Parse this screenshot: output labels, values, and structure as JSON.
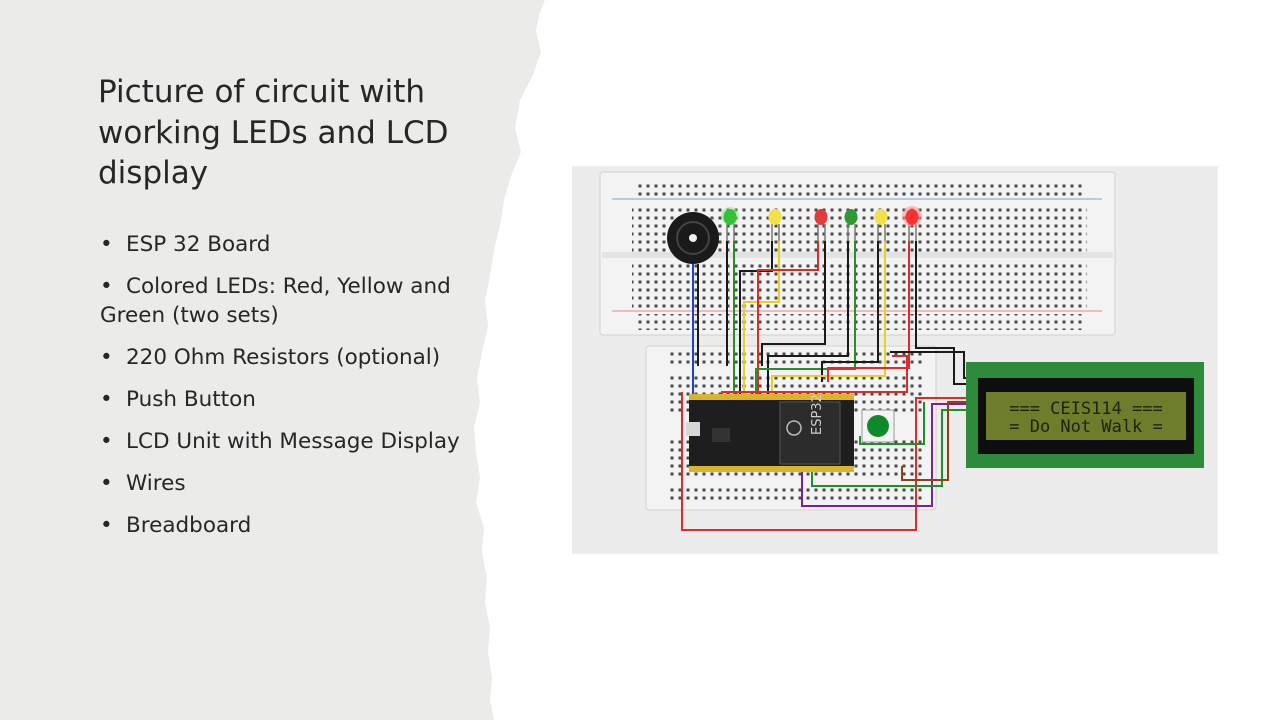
{
  "slide": {
    "title": "Picture of circuit with working LEDs and LCD display",
    "bullets": [
      "ESP 32 Board",
      "Colored LEDs: Red, Yellow and Green (two sets)",
      "220 Ohm Resistors (optional)",
      "Push Button",
      "LCD Unit  with Message Display",
      "Wires",
      "Breadboard"
    ]
  },
  "circuit": {
    "board_label": "ESP32",
    "lcd_line1": "=== CEIS114 ===",
    "lcd_line2": "= Do Not Walk =",
    "led_colors": [
      "green",
      "yellow",
      "red",
      "green",
      "yellow",
      "red"
    ]
  },
  "colors": {
    "panel": "#ebebe9",
    "canvas": "#ececec",
    "lcd_pcb": "#2e8b3a",
    "lcd_screen": "#6d7d2a",
    "lcd_text": "#1b2408"
  }
}
